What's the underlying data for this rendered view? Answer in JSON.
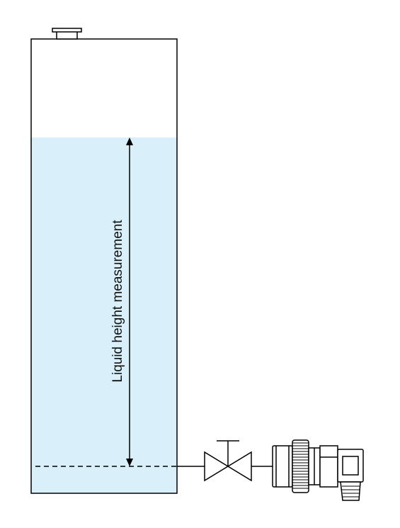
{
  "diagram": {
    "measurement_label": "Liquid height measurement",
    "colors": {
      "liquid_fill": "#d9f0fb",
      "outline": "#000000",
      "transmitter_fill": "#ffffff"
    },
    "elements": {
      "tank": "vertical storage tank with top nozzle",
      "valve": "isolation valve with handwheel stem",
      "transmitter": "pressure transmitter with connector housing"
    }
  }
}
